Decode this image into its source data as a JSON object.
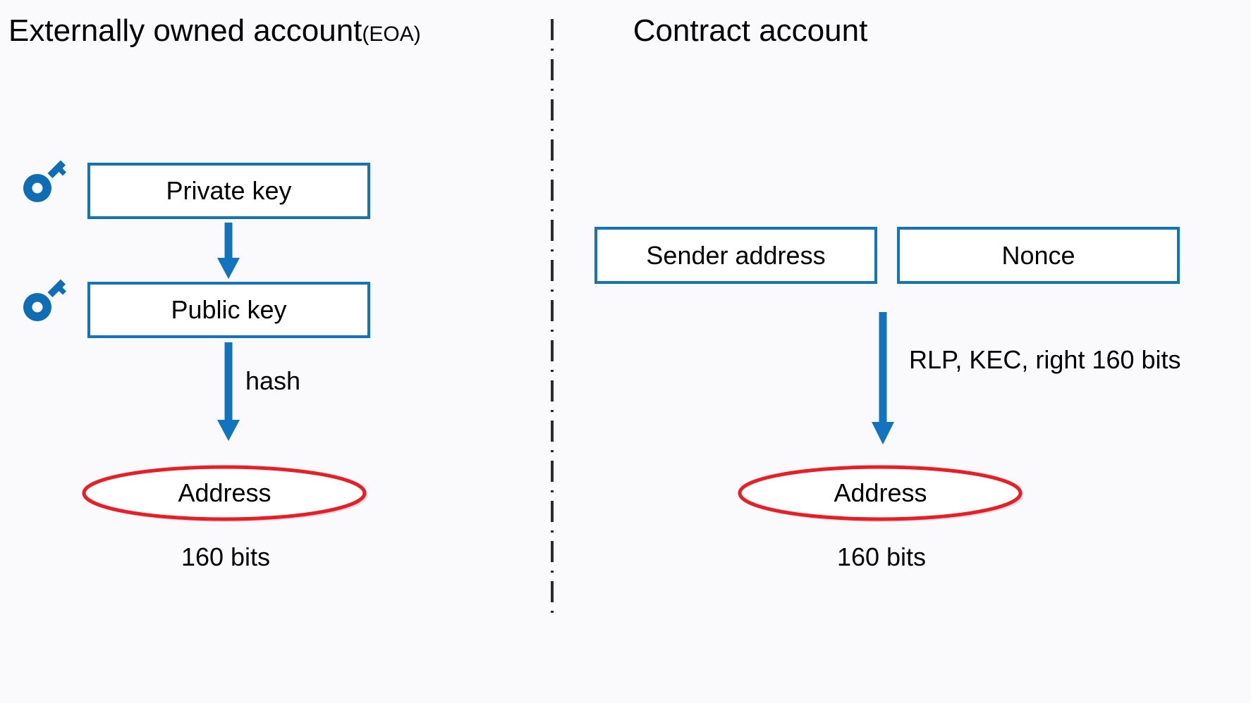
{
  "colors": {
    "background": "#fafafc",
    "box_border_blue": "#1273BE",
    "arrow_blue": "#1273BE",
    "key_icon_blue": "#0D6DB5",
    "ellipse_red": "#EE1B22",
    "divider_black": "#2B2B2B",
    "text_black": "#000000",
    "box_fill_white": "#FFFFFF"
  },
  "left_panel": {
    "title": "Externally owned account",
    "title_suffix": "(EOA)",
    "key_icon_private": "key-icon",
    "key_icon_public": "key-icon",
    "boxes": [
      {
        "label": "Private key"
      },
      {
        "label": "Public key"
      }
    ],
    "arrow_label": "hash",
    "result": "Address",
    "result_caption": "160 bits"
  },
  "right_panel": {
    "title": "Contract account",
    "boxes": [
      {
        "label": "Sender address"
      },
      {
        "label": "Nonce"
      }
    ],
    "arrow_label": "RLP, KEC, right 160 bits",
    "result": "Address",
    "result_caption": "160 bits"
  },
  "divider": {
    "style": "dash-dot-vertical"
  }
}
